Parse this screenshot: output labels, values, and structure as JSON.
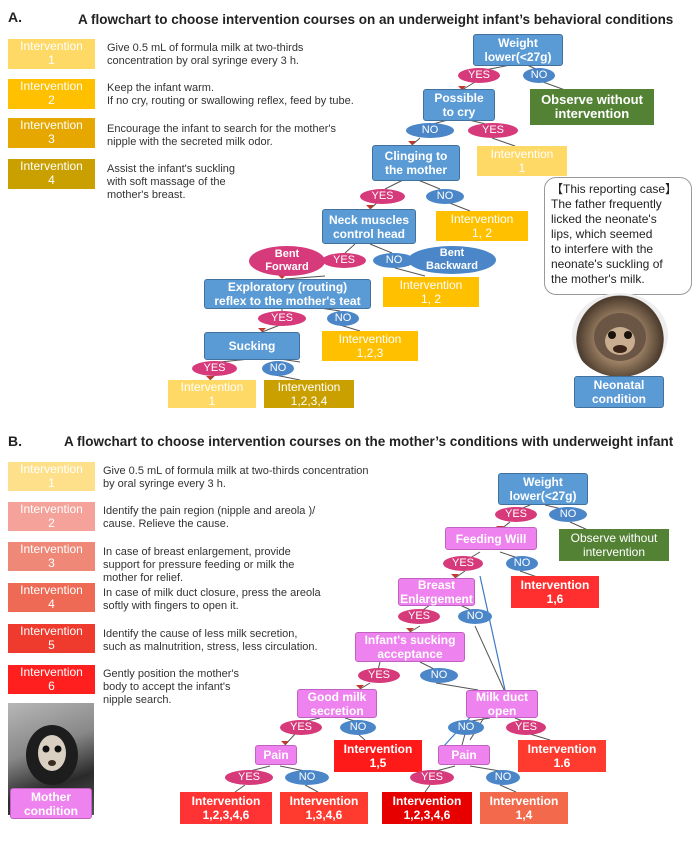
{
  "panelA": {
    "label": "A.",
    "title": "A flowchart to choose intervention courses on an underweight infant’s behavioral conditions",
    "legend": [
      {
        "box": "Intervention\n1",
        "text": "Give 0.5 mL of formula milk at two-thirds\nconcentration by oral syringe every 3 h."
      },
      {
        "box": "Intervention\n2",
        "text": "Keep the infant warm.\nIf no cry, routing or swallowing reflex, feed by tube."
      },
      {
        "box": "Intervention\n3",
        "text": "Encourage the infant to search for the mother's\nnipple with the secreted milk odor."
      },
      {
        "box": "Intervention\n4",
        "text": "Assist the infant's suckling\nwith soft massage of the\nmother's breast."
      }
    ],
    "nodes": {
      "weight": "Weight\nlower(<27g)",
      "observe": "Observe without\nintervention",
      "cry": "Possible\nto cry",
      "clinging": "Clinging to\nthe mother",
      "neck": "Neck muscles\ncontrol head",
      "exploratory": "Exploratory (routing)\nreflex to the mother's teat",
      "sucking": "Sucking",
      "bent_forward": "Bent\nForward",
      "bent_backward": "Bent\nBackward"
    },
    "interventions": {
      "i_cry": "Intervention\n1",
      "i_cling": "Intervention\n1, 2",
      "i_neck": "Intervention\n1, 2",
      "i_expl": "Intervention\n1,2,3",
      "i_suck_yes": "Intervention\n1",
      "i_suck_no": "Intervention\n1,2,3,4"
    },
    "yes": "YES",
    "no": "NO",
    "case_report": "【This reporting case】\nThe father frequently\nlicked the neonate's\nlips, which seemed\nto interfere with  the\nneonate's suckling of\nthe mother's milk.",
    "photo_label": "Neonatal\ncondition"
  },
  "panelB": {
    "label": "B.",
    "title": "A flowchart to choose intervention courses on the mother’s conditions with underweight infant",
    "legend": [
      {
        "box": "Intervention\n1",
        "text": "Give 0.5 mL of formula milk at two-thirds concentration\nby oral syringe every 3 h."
      },
      {
        "box": "Intervention\n2",
        "text": "Identify the pain region (nipple and areola )/\ncause. Relieve the cause."
      },
      {
        "box": "Intervention\n3",
        "text": "In case of breast enlargement, provide\nsupport for pressure feeding or milk the\nmother for relief."
      },
      {
        "box": "Intervention\n4",
        "text": "In case of milk duct closure, press the areola\nsoftly with fingers to open it."
      },
      {
        "box": "Intervention\n5",
        "text": "Identify the cause of less milk secretion,\nsuch as malnutrition, stress, less circulation."
      },
      {
        "box": "Intervention\n6",
        "text": "Gently position the mother's\nbody to accept the infant's\nnipple search."
      }
    ],
    "nodes": {
      "weight": "Weight\nlower(<27g)",
      "observe": "Observe without\nintervention",
      "feeding": "Feeding Will",
      "breast": "Breast\nEnlargement",
      "acceptance": "Infant's sucking\nacceptance",
      "good_milk": "Good milk\nsecretion",
      "duct": "Milk duct\nopen",
      "pain1": "Pain",
      "pain2": "Pain"
    },
    "interventions": {
      "i_16a": "Intervention\n1,6",
      "i_15": "Intervention\n1,5",
      "i_16b": "Intervention\n1.6",
      "i_p1_yes": "Intervention\n1,2,3,4,6",
      "i_p1_no": "Intervention\n1,3,4,6",
      "i_p2_yes": "Intervention\n1,2,3,4,6",
      "i_p2_no": "Intervention\n1,4"
    },
    "yes": "YES",
    "no": "NO",
    "photo_label": "Mother\ncondition"
  },
  "colors": {
    "blue_node": "#5b9bd5",
    "pink_node": "#ee82ee",
    "yes_oval": "#d63a7a",
    "no_oval": "#4a86c8",
    "green_box": "#548235",
    "intervention_yellow": "#ffc000",
    "intervention_red": "#ff3333"
  }
}
